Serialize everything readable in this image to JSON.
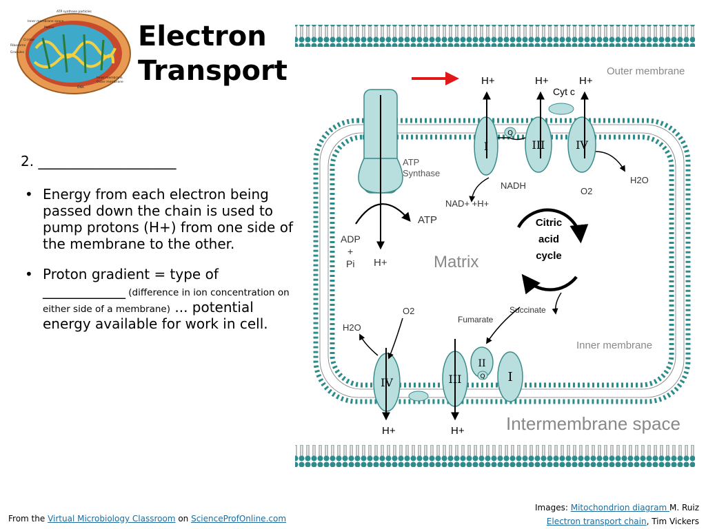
{
  "title": {
    "line1": "Electron",
    "line2": "Transport"
  },
  "body": {
    "heading": "2. ____________________",
    "bullets": [
      {
        "text": "Energy from each electron being passed down the chain is used to pump protons (H+) from one side of the membrane to the other."
      },
      {
        "lead": "Proton gradient = type of ____________",
        "small": " (difference in ion concentration on either side of a membrane)",
        "tail": " ... potential energy available for work in cell."
      }
    ]
  },
  "mito_labels": {
    "atp_particles": "ATP synthase particles",
    "intermembrane": "Inner membrane space",
    "matrix": "Matrix",
    "cristae": "Cristae",
    "ribosome": "Ribosome",
    "granules": "Granules",
    "dna": "DNA",
    "inner": "Inner membrane",
    "outer": "Outer membrane"
  },
  "diagram": {
    "outer_membrane": "Outer membrane",
    "inner_membrane": "Inner membrane",
    "intermembrane_space": "Intermembrane space",
    "matrix": "Matrix",
    "cyt_c": "Cyt c",
    "atp_synthase": "ATP\nSynthase",
    "atp": "ATP",
    "adp": "ADP",
    "plus": "+",
    "pi": "Pi",
    "h_plus": "H+",
    "nadh": "NADH",
    "nad": "NAD+ +H+",
    "o2": "O2",
    "h2o": "H2O",
    "citric": [
      "Citric",
      "acid",
      "cycle"
    ],
    "fumarate": "Fumarate",
    "succinate": "Succinate",
    "q": "Q",
    "complexes": [
      "I",
      "II",
      "III",
      "IV"
    ]
  },
  "credits": {
    "images_prefix": "Images: ",
    "mito_link": "Mitochondrion diagram ",
    "mito_author": "M. Ruiz",
    "etc_link": "Electron transport chain",
    "etc_author": ", Tim Vickers",
    "from": "From the  ",
    "vmc_link": "Virtual Microbiology Classroom",
    "on": " on ",
    "spo_link": "ScienceProfOnline.com"
  },
  "colors": {
    "membrane_head": "#2e8b8b",
    "protein_fill": "#b8dede",
    "arrow_red": "#e01818"
  }
}
